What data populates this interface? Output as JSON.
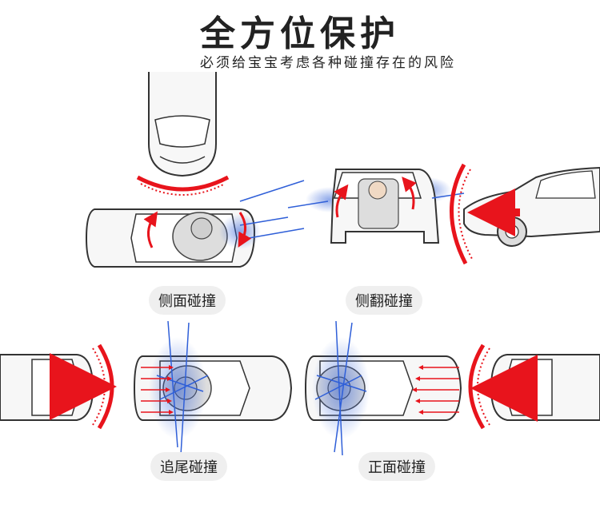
{
  "header": {
    "title": "全方位保护",
    "subtitle": "必须给宝宝考虑各种碰撞存在的风险"
  },
  "labels": {
    "side_impact": "侧面碰撞",
    "rollover": "侧翻碰撞",
    "rear_impact": "追尾碰撞",
    "frontal_impact": "正面碰撞"
  },
  "colors": {
    "impact_red": "#e8141c",
    "energy_blue": "#2f5fd8",
    "car_outline": "#333333",
    "pill_bg": "#efefef"
  }
}
